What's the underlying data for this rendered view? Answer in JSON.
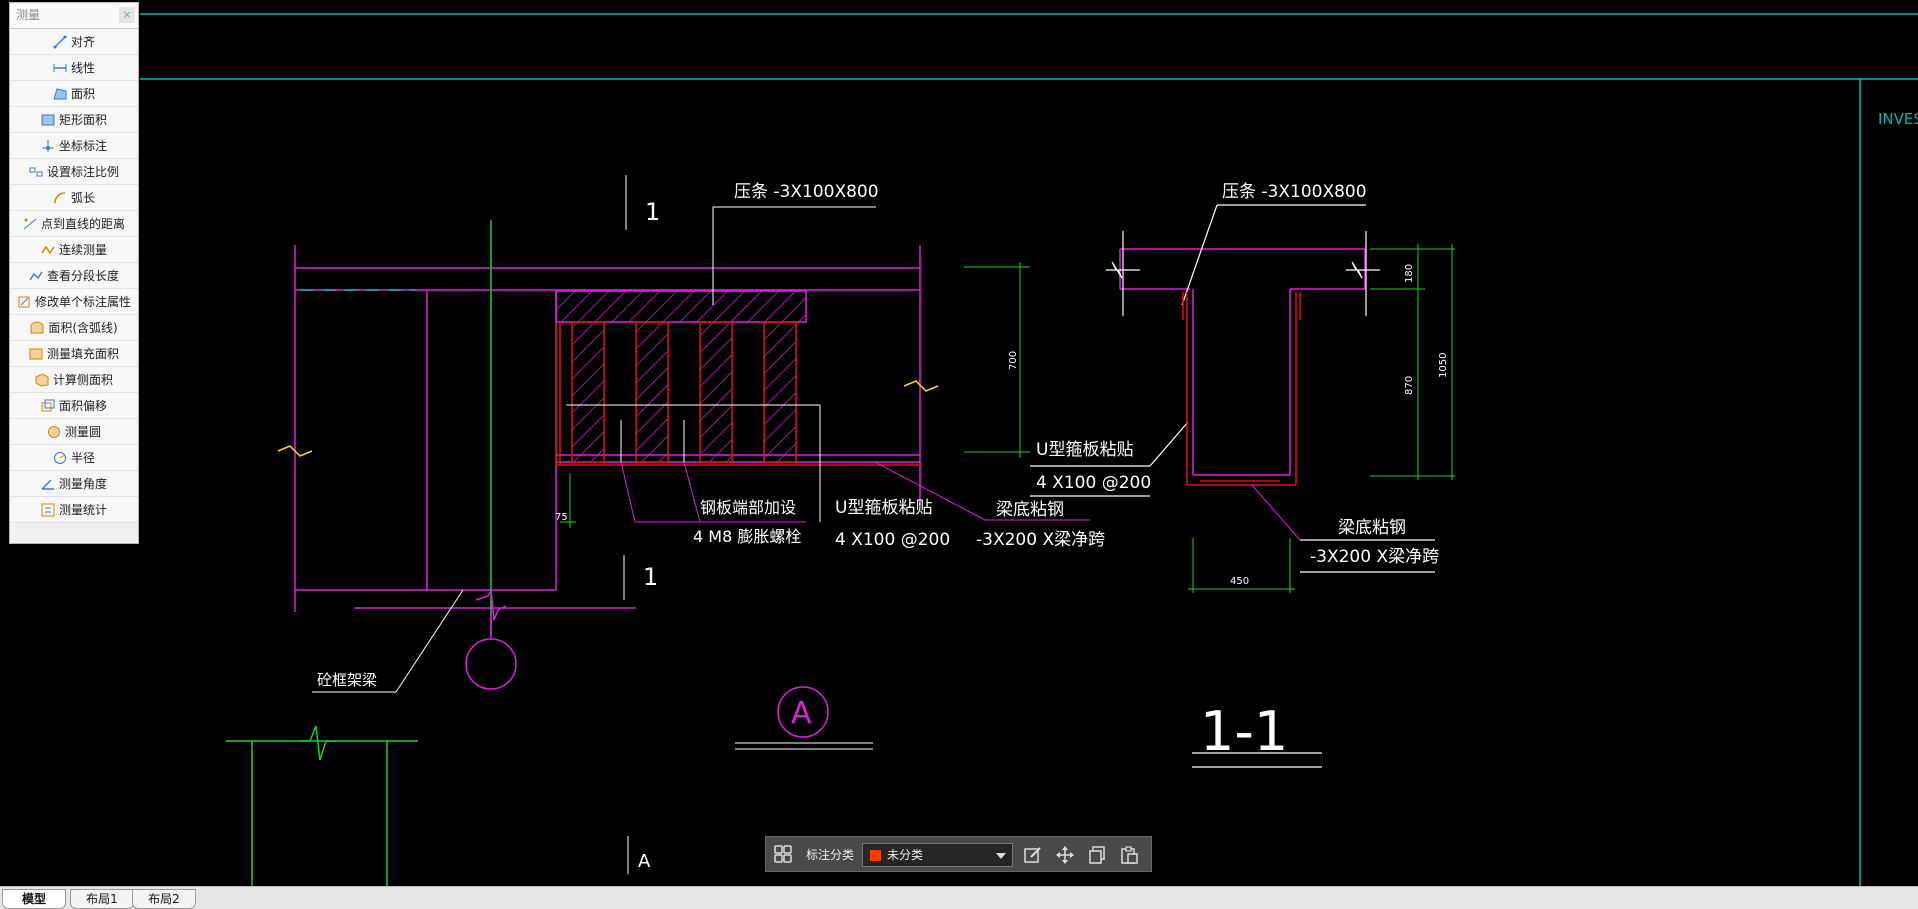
{
  "panel": {
    "title": "测量",
    "close_glyph": "×",
    "items": [
      {
        "label": "对齐",
        "icon": "align-measure-icon"
      },
      {
        "label": "线性",
        "icon": "linear-measure-icon"
      },
      {
        "label": "面积",
        "icon": "area-icon"
      },
      {
        "label": "矩形面积",
        "icon": "rect-area-icon"
      },
      {
        "label": "坐标标注",
        "icon": "coordinate-icon"
      },
      {
        "label": "设置标注比例",
        "icon": "scale-icon"
      },
      {
        "label": "弧长",
        "icon": "arc-length-icon"
      },
      {
        "label": "点到直线的距离",
        "icon": "point-line-icon"
      },
      {
        "label": "连续测量",
        "icon": "continuous-measure-icon"
      },
      {
        "label": "查看分段长度",
        "icon": "segment-length-icon"
      },
      {
        "label": "修改单个标注属性",
        "icon": "edit-annotation-icon"
      },
      {
        "label": "面积(含弧线)",
        "icon": "arc-area-icon"
      },
      {
        "label": "测量填充面积",
        "icon": "fill-area-icon"
      },
      {
        "label": "计算侧面积",
        "icon": "side-area-icon"
      },
      {
        "label": "面积偏移",
        "icon": "area-offset-icon"
      },
      {
        "label": "测量圆",
        "icon": "circle-measure-icon"
      },
      {
        "label": "半径",
        "icon": "radius-icon"
      },
      {
        "label": "测量角度",
        "icon": "angle-icon"
      },
      {
        "label": "测量统计",
        "icon": "statistics-icon"
      }
    ]
  },
  "drawing": {
    "label_press_1": "压条 -3X100X800",
    "label_press_2": "压条 -3X100X800",
    "section_mark_1": "1",
    "section_mark_2": "1",
    "section_mark_a": "A",
    "label_plate_1": "钢板端部加设",
    "label_plate_2": "4 M8 膨胀螺栓",
    "label_u1_1": "U型箍板粘贴",
    "label_u1_2": "4 X100 @200",
    "label_bottom1_1": "梁底粘钢",
    "label_bottom1_2": "-3X200 X梁净跨",
    "label_u2_1": "U型箍板粘贴",
    "label_u2_2": "4 X100 @200",
    "label_bottom2_1": "梁底粘钢",
    "label_bottom2_2": "-3X200 X梁净跨",
    "label_frame_beam": "砼框架梁",
    "circle_a": "A",
    "section_title": "1-1",
    "dim_700": "700",
    "dim_75": "75",
    "dim_180": "180",
    "dim_870": "870",
    "dim_1050": "1050",
    "dim_450": "450",
    "title_block_text": "INVES"
  },
  "annotation_toolbar": {
    "label": "标注分类",
    "selected": "未分类",
    "swatch_color": "#ff3c00",
    "buttons": [
      "edit-icon",
      "move-icon",
      "copy-icon",
      "paste-icon"
    ]
  },
  "tabs": [
    {
      "label": "模型",
      "active": true
    },
    {
      "label": "布局1",
      "active": false
    },
    {
      "label": "布局2",
      "active": false
    }
  ],
  "colors": {
    "background": "#000000",
    "magenta": "#e020e0",
    "red": "#e01010",
    "green": "#20d020",
    "cyan": "#00b8b8",
    "white": "#ffffff",
    "yellow": "#ffe000"
  }
}
